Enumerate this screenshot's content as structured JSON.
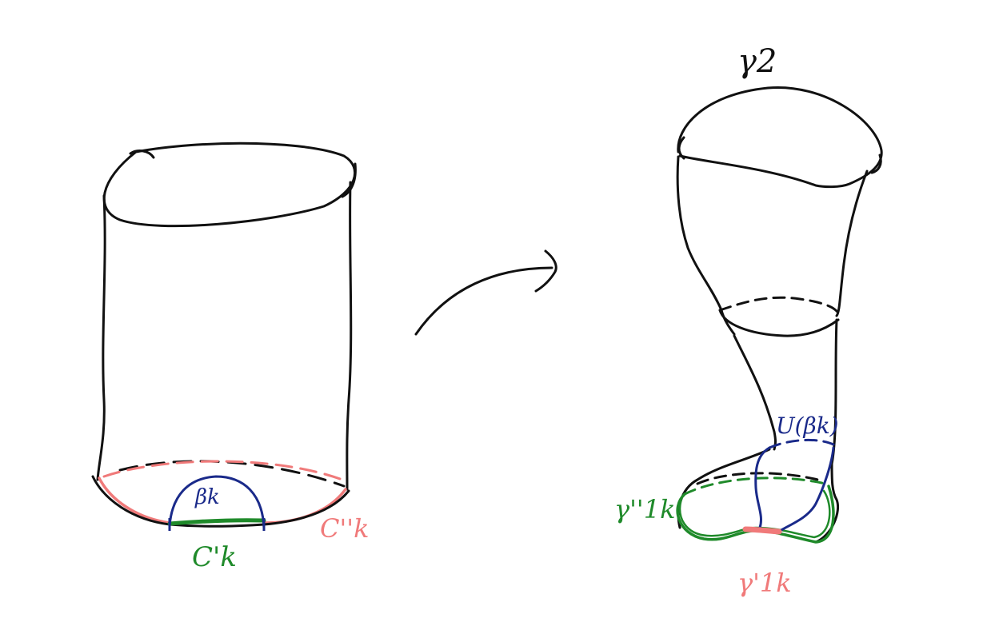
{
  "labels": {
    "beta_k": "βk",
    "c_k_prime": "C'k",
    "c_k_double_prime": "C''k",
    "gamma_2": "γ2",
    "u_beta_k": "U(βk)",
    "gamma_1k_double_prime": "γ''1k",
    "gamma_1k_prime": "γ'1k"
  },
  "colors": {
    "ink": "#111111",
    "blue": "#1a2a8a",
    "green": "#1f8a2a",
    "red": "#f07a7a"
  }
}
